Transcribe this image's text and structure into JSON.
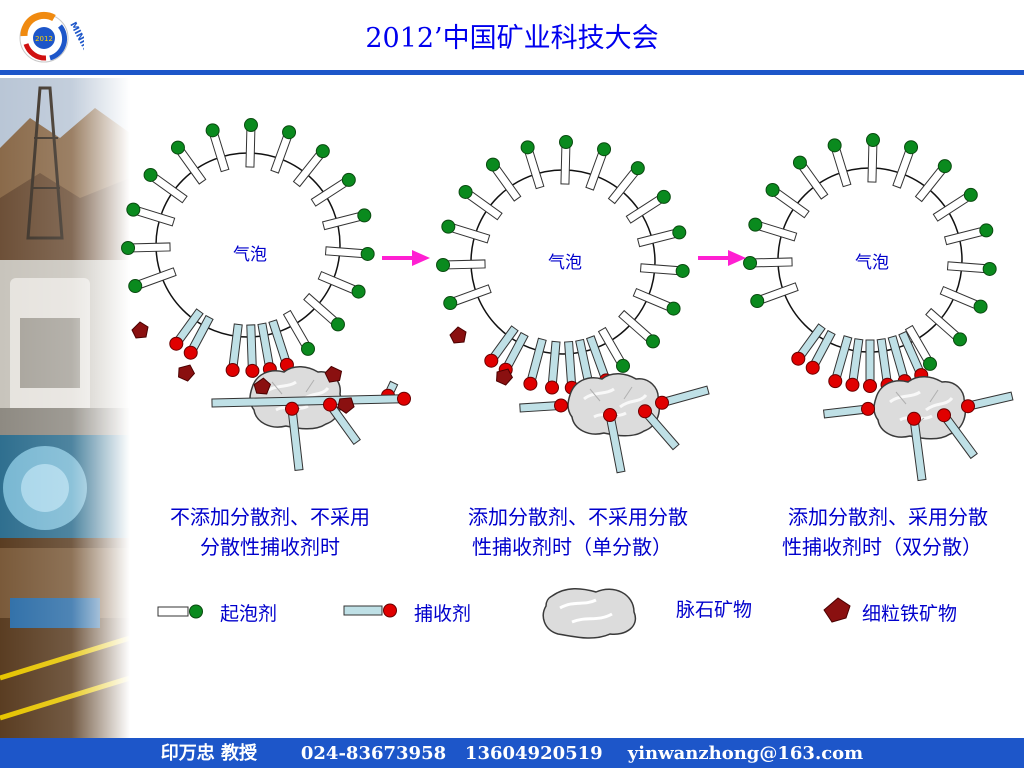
{
  "header": {
    "title": "2012’中国矿业科技大会",
    "logo_text": "MINING"
  },
  "diagram": {
    "panels": [
      {
        "bubble_label": "气泡",
        "caption": [
          "不添加分散剂、不采用",
          "分散性捕收剂时"
        ]
      },
      {
        "bubble_label": "气泡",
        "caption": [
          "添加分散剂、不采用分散",
          "性捕收剂时（单分散）"
        ]
      },
      {
        "bubble_label": "气泡",
        "caption": [
          "添加分散剂、采用分散",
          "性捕收剂时（双分散）"
        ]
      }
    ],
    "legend": [
      {
        "label": "起泡剂",
        "icon": "frother-icon"
      },
      {
        "label": "捕收剂",
        "icon": "collector-icon"
      },
      {
        "label": "脉石矿物",
        "icon": "gangue-mineral-icon"
      },
      {
        "label": "细粒铁矿物",
        "icon": "fine-iron-mineral-icon"
      }
    ],
    "colors": {
      "frother": "#0a8a1e",
      "collector": "#e00000",
      "collector_tail": "#bfe0e6",
      "iron": "#8a1010",
      "arrow": "#ff1fd2"
    }
  },
  "footer": {
    "text": "印万忠 教授       024-83673958   13604920519    yinwanzhong@163.com"
  }
}
